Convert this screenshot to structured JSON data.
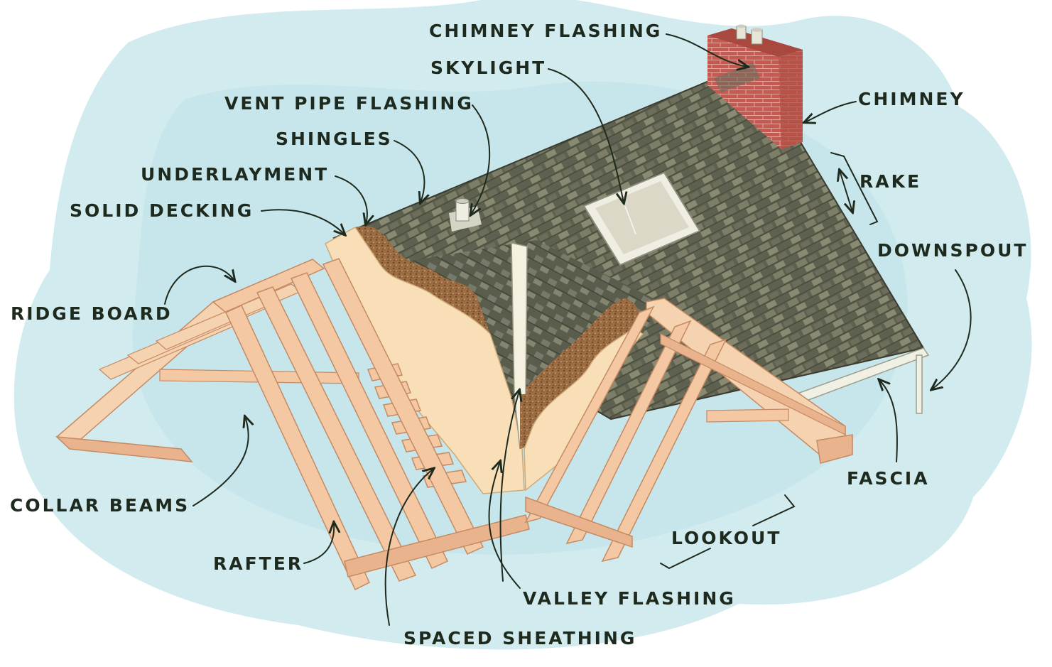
{
  "diagram": {
    "labels": {
      "chimney_flashing": "CHIMNEY FLASHING",
      "skylight": "SKYLIGHT",
      "vent_pipe_flashing": "VENT PIPE FLASHING",
      "shingles": "SHINGLES",
      "underlayment": "UNDERLAYMENT",
      "solid_decking": "SOLID DECKING",
      "ridge_board": "RIDGE BOARD",
      "collar_beams": "COLLAR BEAMS",
      "rafter": "RAFTER",
      "chimney": "CHIMNEY",
      "rake": "RAKE",
      "downspout": "DOWNSPOUT",
      "fascia": "FASCIA",
      "lookout": "LOOKOUT",
      "valley_flashing": "VALLEY FLASHING",
      "spaced_sheathing": "SPACED SHEATHING"
    },
    "colors": {
      "background_wash": "#cfe9ee",
      "shingle": "#5f6150",
      "shingle_light": "#8a8b73",
      "lumber": "#f4c8a3",
      "lumber_edge": "#d89873",
      "decking": "#f8dfb7",
      "underlayment": "#a8784a",
      "brick": "#c65a52",
      "label_text": "#1f2a1e"
    }
  }
}
